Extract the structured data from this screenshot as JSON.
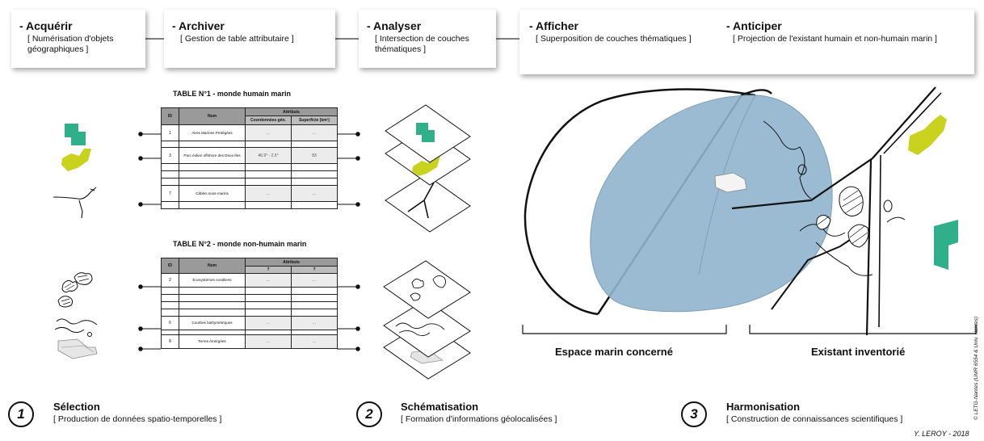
{
  "phases": [
    {
      "title": "- Acquérir",
      "desc": "[ Numérisation d'objets géographiques ]"
    },
    {
      "title": "- Archiver",
      "desc": "[ Gestion de table attributaire ]"
    },
    {
      "title": "- Analyser",
      "desc": "[ Intersection de couches thématiques ]"
    },
    {
      "title": "- Afficher",
      "desc": "[ Superposition de couches thématiques ]"
    },
    {
      "title": "- Anticiper",
      "desc": "[ Projection de l'existant humain et non-humain marin ]"
    }
  ],
  "table1": {
    "title": "TABLE N°1 - monde humain marin",
    "h_id": "ID",
    "h_nom": "Nom",
    "h_attr": "Attributs",
    "h_a1": "Coordonnées géo.",
    "h_a2": "Superficie (km²)",
    "rows": [
      {
        "id": "1",
        "nom": "Aires Marines Protégées",
        "a1": "...",
        "a2": "..."
      },
      {
        "id": "3",
        "nom": "Parc éolien offshore des Deux-Îles",
        "a1": "46.9° - 2.5°",
        "a2": "83"
      },
      {
        "id": "7",
        "nom": "Câbles sous-marins",
        "a1": "...",
        "a2": "..."
      }
    ]
  },
  "table2": {
    "title": "TABLE N°2 - monde non-humain marin",
    "h_id": "ID",
    "h_nom": "Nom",
    "h_attr": "Attributs",
    "h_a1": "?",
    "h_a2": "?",
    "rows": [
      {
        "id": "2",
        "nom": "Ecosystèmes coralliens",
        "a1": "...",
        "a2": "..."
      },
      {
        "id": "6",
        "nom": "Courbes bathymétriques",
        "a1": "...",
        "a2": "..."
      },
      {
        "id": "8",
        "nom": "Terres émergées",
        "a1": "...",
        "a2": "..."
      }
    ]
  },
  "captions": {
    "left": "Espace marin concerné",
    "right": "Existant inventorié"
  },
  "steps": [
    {
      "num": "1",
      "title": "Sélection",
      "desc": "[ Production de données spatio-temporelles ]"
    },
    {
      "num": "2",
      "title": "Schématisation",
      "desc": "[ Formation d'informations géolocalisées ]"
    },
    {
      "num": "3",
      "title": "Harmonisation",
      "desc": "[ Construction de connaissances scientifiques ]"
    }
  ],
  "credit": "Y. LEROY - 2018",
  "vertical_credit": "© LETG-Nantes (UMR 6554 & Univ. Nantes)",
  "colors": {
    "teal": "#2fb08a",
    "lime": "#c9d21c",
    "sea": "#8fb4cc"
  }
}
